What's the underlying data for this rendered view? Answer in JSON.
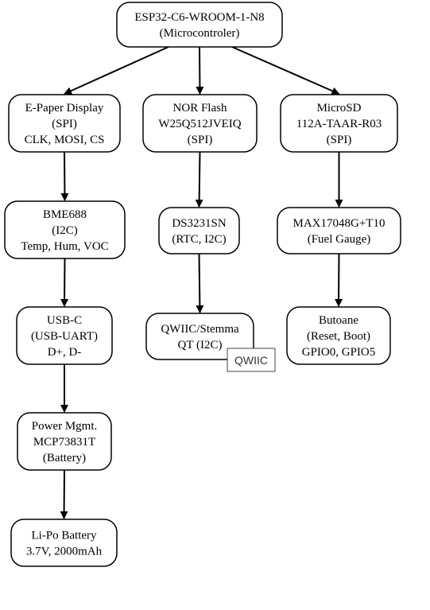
{
  "nodes": {
    "esp32": {
      "lines": [
        "ESP32-C6-WROOM-1-N8",
        "(Microcontroler)"
      ]
    },
    "epaper": {
      "lines": [
        "E-Paper Display",
        "(SPI)",
        "CLK, MOSI, CS"
      ]
    },
    "norflash": {
      "lines": [
        "NOR Flash",
        "W25Q512JVEIQ",
        "(SPI)"
      ]
    },
    "microsd": {
      "lines": [
        "MicroSD",
        "112A-TAAR-R03",
        "(SPI)"
      ]
    },
    "bme688": {
      "lines": [
        "BME688",
        "(I2C)",
        "Temp, Hum, VOC"
      ]
    },
    "ds3231": {
      "lines": [
        "DS3231SN",
        "(RTC, I2C)"
      ]
    },
    "max17048": {
      "lines": [
        "MAX17048G+T10",
        "(Fuel Gauge)"
      ]
    },
    "usbc": {
      "lines": [
        "USB-C",
        "(USB-UART)",
        "D+, D-"
      ]
    },
    "qwiic": {
      "lines": [
        "QWIIC/Stemma",
        "QT (I2C)"
      ]
    },
    "buttons": {
      "lines": [
        "Butoane",
        "(Reset, Boot)",
        "GPIO0, GPIO5"
      ]
    },
    "power": {
      "lines": [
        "Power Mgmt.",
        "MCP73831T",
        "(Battery)"
      ]
    },
    "battery": {
      "lines": [
        "Li-Po Battery",
        "3.7V, 2000mAh"
      ]
    }
  },
  "badge": {
    "label": "QWIIC"
  },
  "edges": [
    [
      "esp32",
      "epaper"
    ],
    [
      "esp32",
      "norflash"
    ],
    [
      "esp32",
      "microsd"
    ],
    [
      "epaper",
      "bme688"
    ],
    [
      "norflash",
      "ds3231"
    ],
    [
      "microsd",
      "max17048"
    ],
    [
      "bme688",
      "usbc"
    ],
    [
      "ds3231",
      "qwiic"
    ],
    [
      "max17048",
      "buttons"
    ],
    [
      "usbc",
      "power"
    ],
    [
      "power",
      "battery"
    ]
  ]
}
